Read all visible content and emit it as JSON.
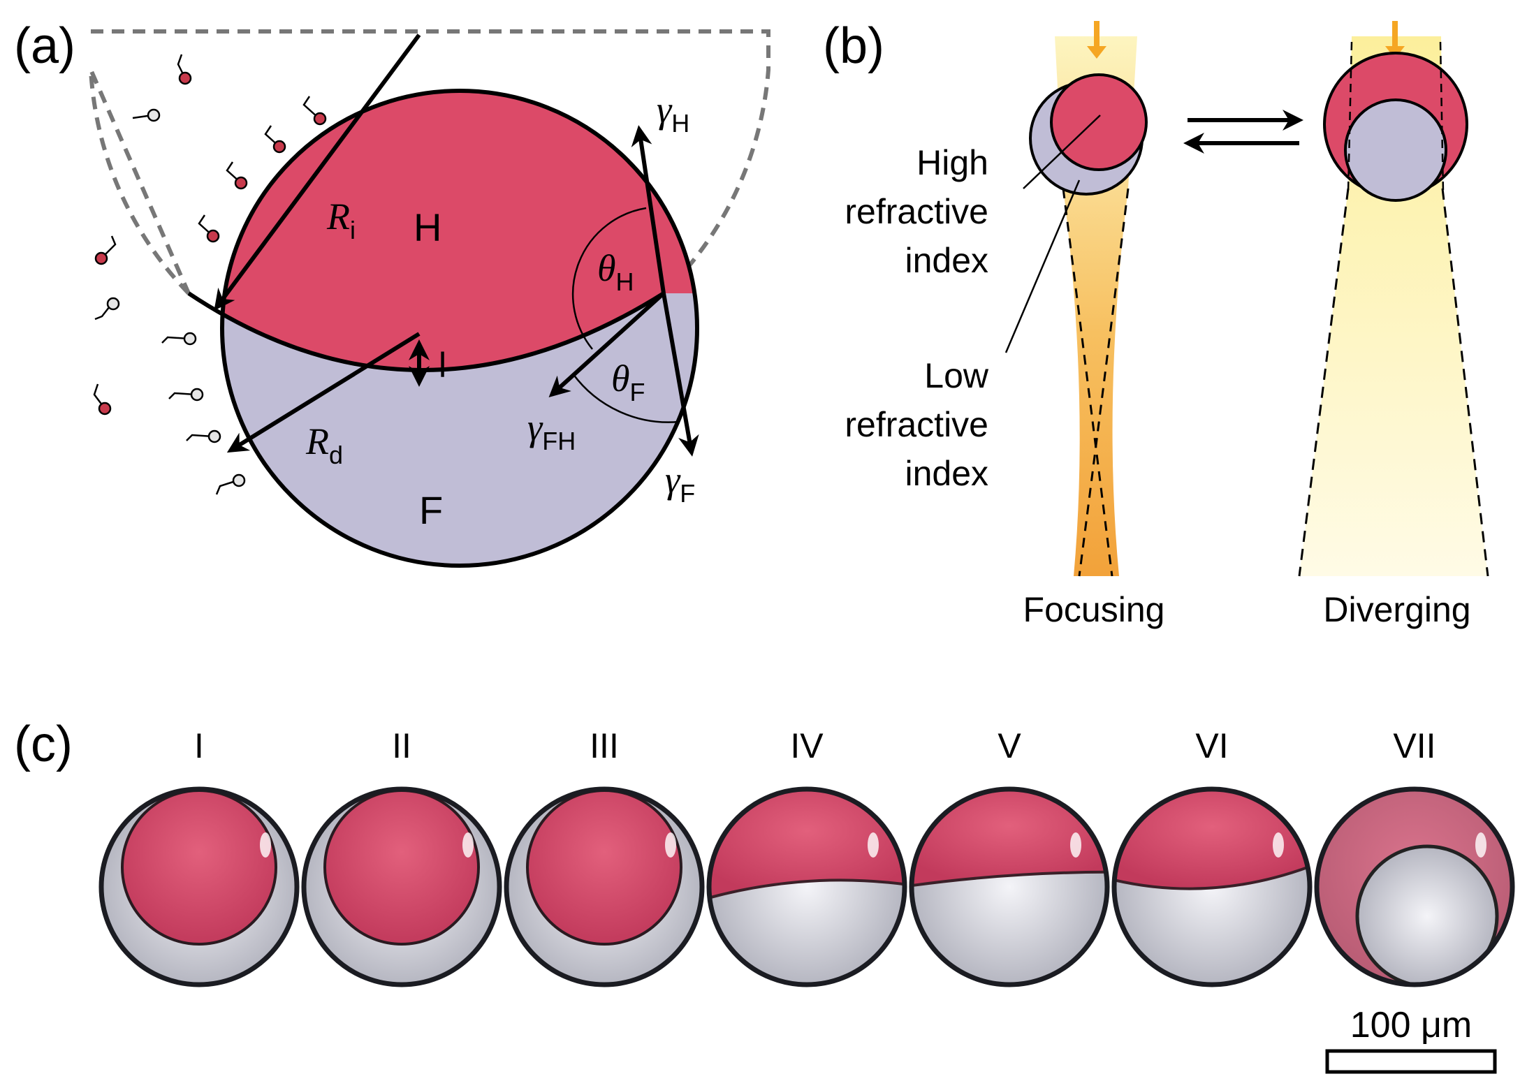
{
  "panels": {
    "a": {
      "label": "(a)",
      "phase_h": "H",
      "phase_f": "F",
      "radius_interface": {
        "sym": "R",
        "sub": "i"
      },
      "radius_drop": {
        "sym": "R",
        "sub": "d"
      },
      "offset": "l",
      "angle_h": {
        "sym": "θ",
        "sub": "H"
      },
      "angle_f": {
        "sym": "θ",
        "sub": "F"
      },
      "tension_h": {
        "sym": "γ",
        "sub": "H"
      },
      "tension_fh": {
        "sym": "γ",
        "sub": "FH"
      },
      "tension_f": {
        "sym": "γ",
        "sub": "F"
      }
    },
    "b": {
      "label": "(b)",
      "high_index": [
        "High",
        "refractive",
        "index"
      ],
      "low_index": [
        "Low",
        "refractive",
        "index"
      ],
      "focusing": "Focusing",
      "diverging": "Diverging"
    },
    "c": {
      "label": "(c)",
      "frames": [
        "I",
        "II",
        "III",
        "IV",
        "V",
        "VI",
        "VII"
      ],
      "scale_bar": "100 μm"
    }
  },
  "colors": {
    "hydrocarbon": "#dc4a68",
    "fluorocarbon": "#c0bdd6",
    "light_yellow": "#fbf3b5",
    "focus_orange": "#f0a030",
    "arrow_orange": "#f5a623"
  }
}
